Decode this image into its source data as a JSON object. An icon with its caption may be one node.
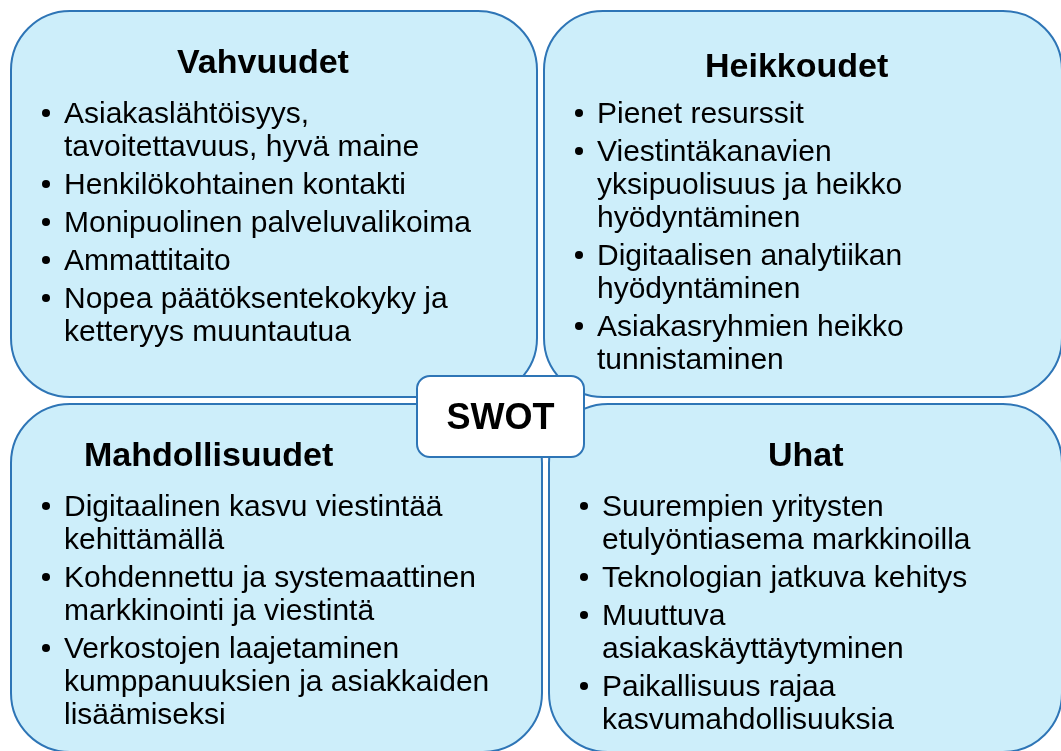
{
  "diagram": {
    "nodes": [
      {
        "text": [
          "Vahvuudet",
          "Asiakaslähtöisyys, tavoitettavuus, hyvä maine",
          "Henkilökohtainen kontakti",
          "Monipuolinen palveluvalikoima",
          "Ammattitaito",
          "Nopea päätöksentekokyky ja ketteryys muuntautua"
        ]
      },
      {
        "text": [
          "Heikkoudet",
          "Pienet resurssit",
          "Viestintäkanavien yksipuolisuus ja heikko hyödyntäminen",
          "Digitaalisen analytiikan hyödyntäminen",
          "Asiakasryhmien heikko tunnistaminen"
        ]
      },
      {
        "text": [
          "SWOT"
        ]
      },
      {
        "text": [
          "Mahdollisuudet",
          "Digitaalinen kasvu viestintää kehittämällä",
          "Kohdennettu ja systemaattinen markkinointi ja viestintä",
          "Verkostojen laajetaminen kumppanuuksien ja asiakkaiden lisäämiseksi"
        ]
      },
      {
        "text": [
          "Uhat",
          "Suurempien yritysten etulyöntiasema markkinoilla",
          "Teknologian jatkuva kehitys",
          "Muuttuva asiakaskäyttäytyminen",
          "Paikallisuus rajaa kasvumahdollisuuksia"
        ]
      }
    ],
    "edges": []
  }
}
